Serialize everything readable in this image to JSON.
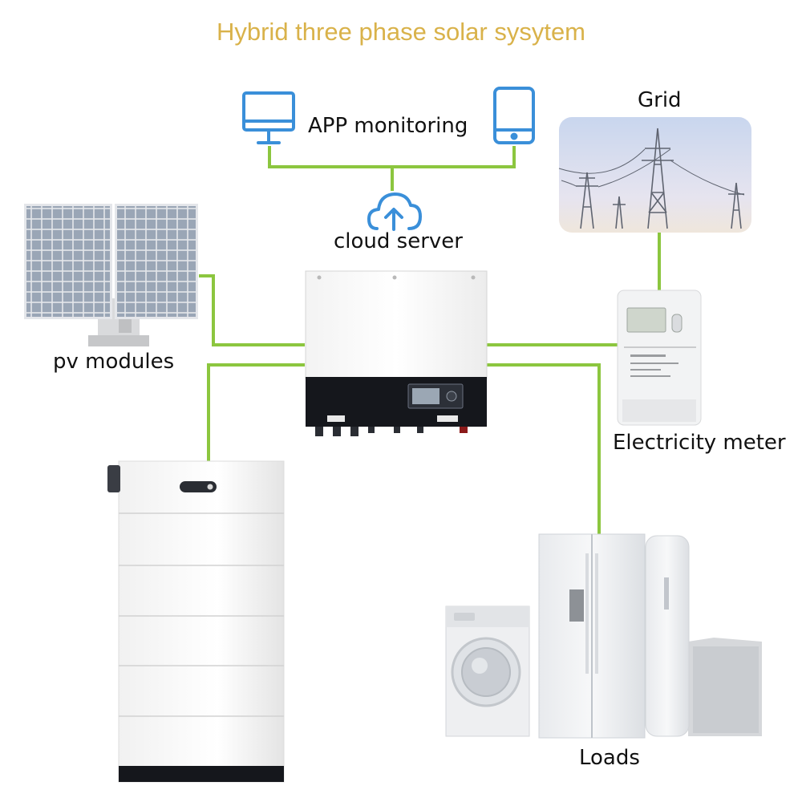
{
  "title": "Hybrid three phase solar sysytem",
  "labels": {
    "app_monitoring": "APP monitoring",
    "cloud_server": "cloud server",
    "grid": "Grid",
    "pv_modules": "pv modules",
    "electricity_meter": "Electricity meter",
    "loads": "Loads"
  },
  "colors": {
    "title": "#d9b24a",
    "connector": "#8cc63f",
    "icon_blue": "#3a8fd9",
    "inverter_dark": "#15171c",
    "panel_blue": "#8a97a8"
  },
  "icons": [
    "monitor-icon",
    "phone-icon",
    "cloud-upload-icon"
  ]
}
